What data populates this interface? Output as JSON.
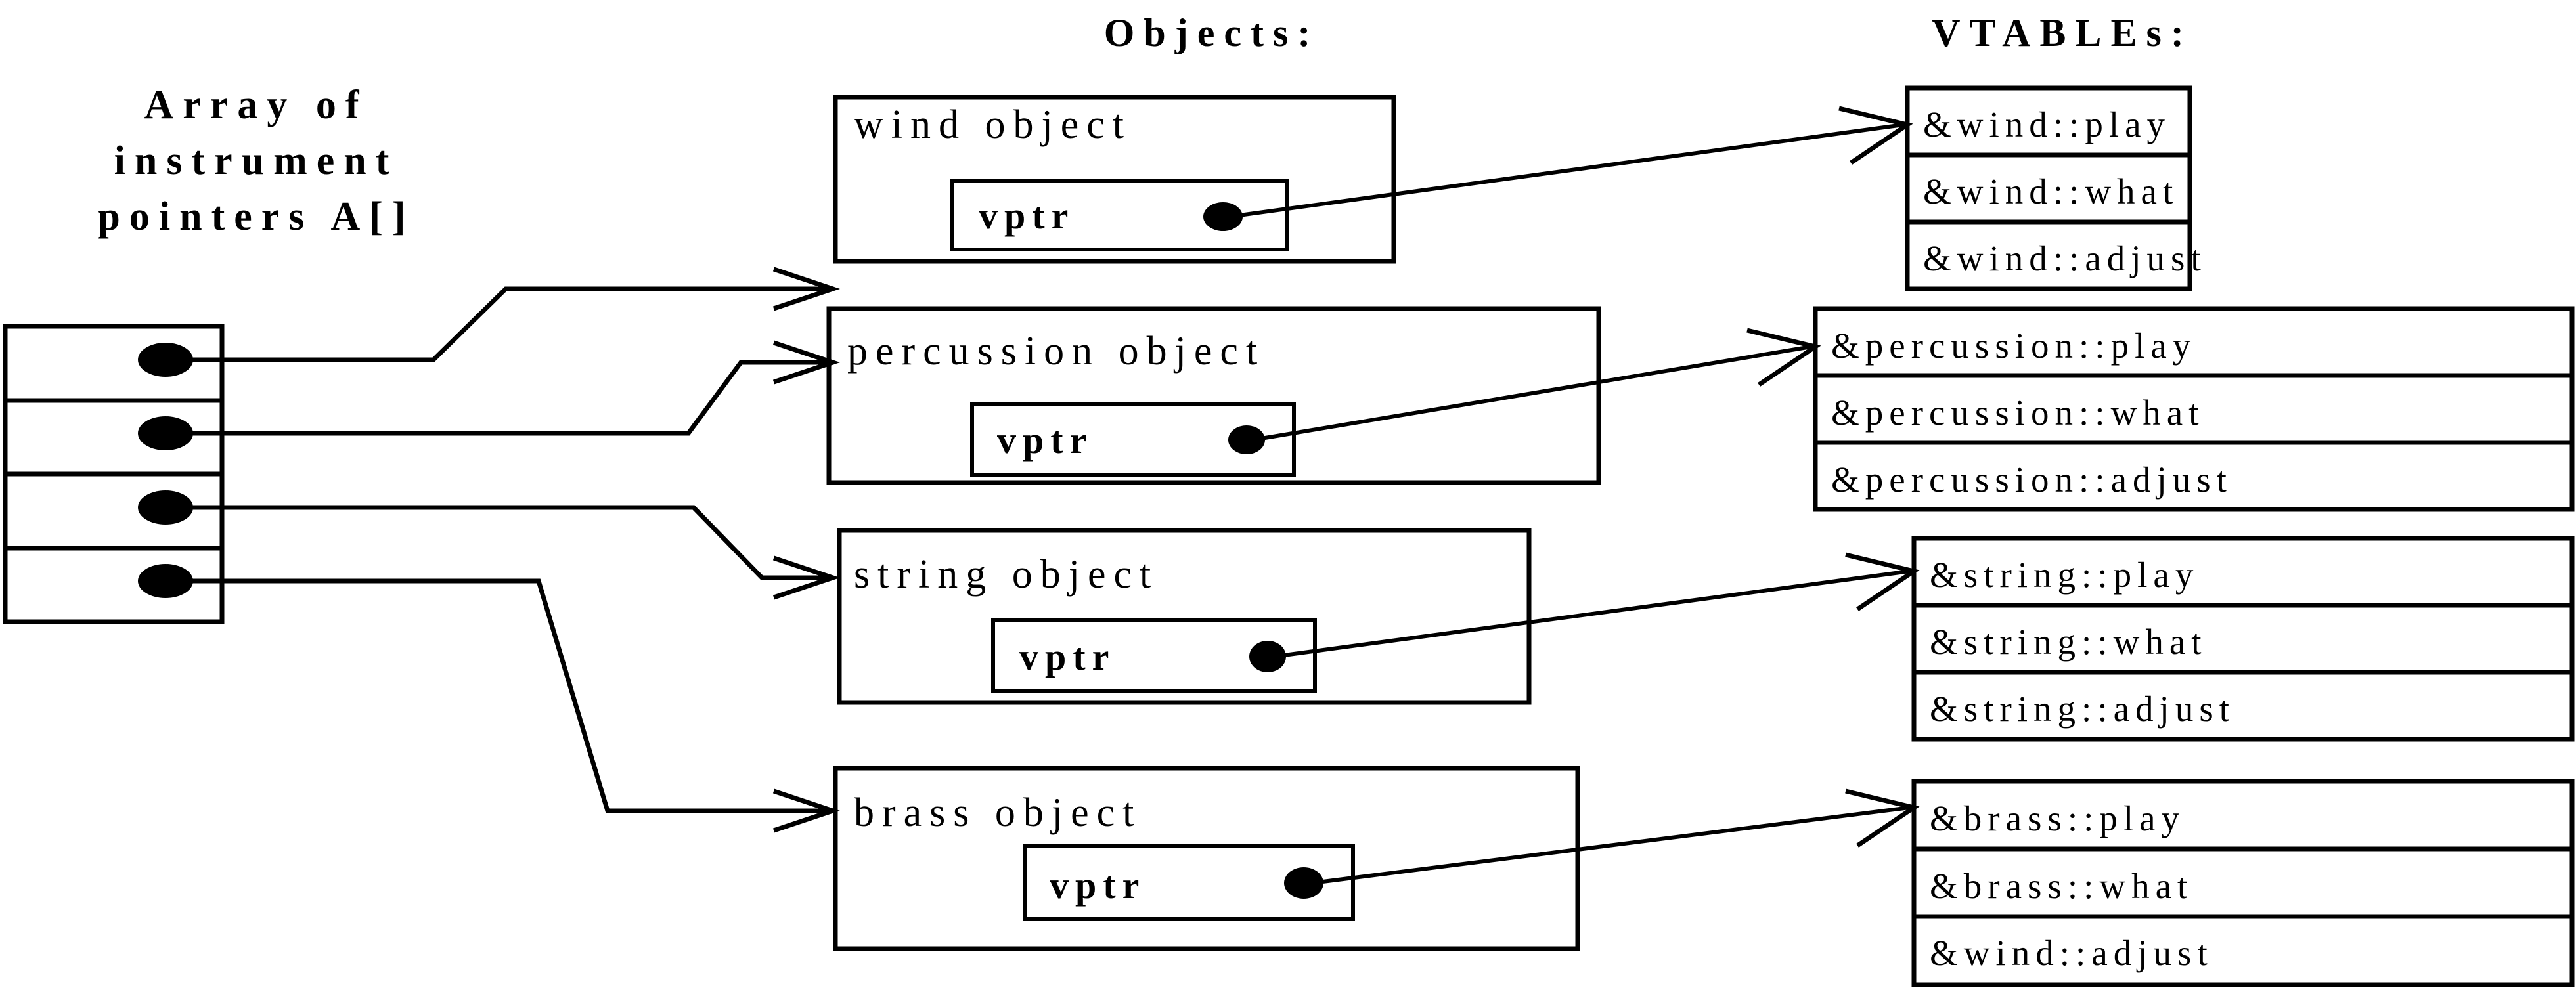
{
  "diagram": {
    "title_array": [
      "Array of",
      "instrument",
      "pointers A[]"
    ],
    "header_objects": "Objects:",
    "header_vtables": "VTABLEs:",
    "vptr_label": "vptr",
    "array_cells": [
      {
        "index": 0,
        "marker": "pointer-dot"
      },
      {
        "index": 1,
        "marker": "pointer-dot"
      },
      {
        "index": 2,
        "marker": "pointer-dot"
      },
      {
        "index": 3,
        "marker": "pointer-dot"
      }
    ],
    "objects": [
      {
        "id": "wind",
        "label": "wind object"
      },
      {
        "id": "percussion",
        "label": "percussion object"
      },
      {
        "id": "string",
        "label": "string object"
      },
      {
        "id": "brass",
        "label": "brass object"
      }
    ],
    "vtables": [
      {
        "id": "wind",
        "entries": [
          "&wind::play",
          "&wind::what",
          "&wind::adjust"
        ]
      },
      {
        "id": "percussion",
        "entries": [
          "&percussion::play",
          "&percussion::what",
          "&percussion::adjust"
        ]
      },
      {
        "id": "string",
        "entries": [
          "&string::play",
          "&string::what",
          "&string::adjust"
        ]
      },
      {
        "id": "brass",
        "entries": [
          "&brass::play",
          "&brass::what",
          "&wind::adjust"
        ]
      }
    ],
    "colors": {
      "stroke": "#000000",
      "background": "#ffffff",
      "text": "#000000"
    }
  }
}
